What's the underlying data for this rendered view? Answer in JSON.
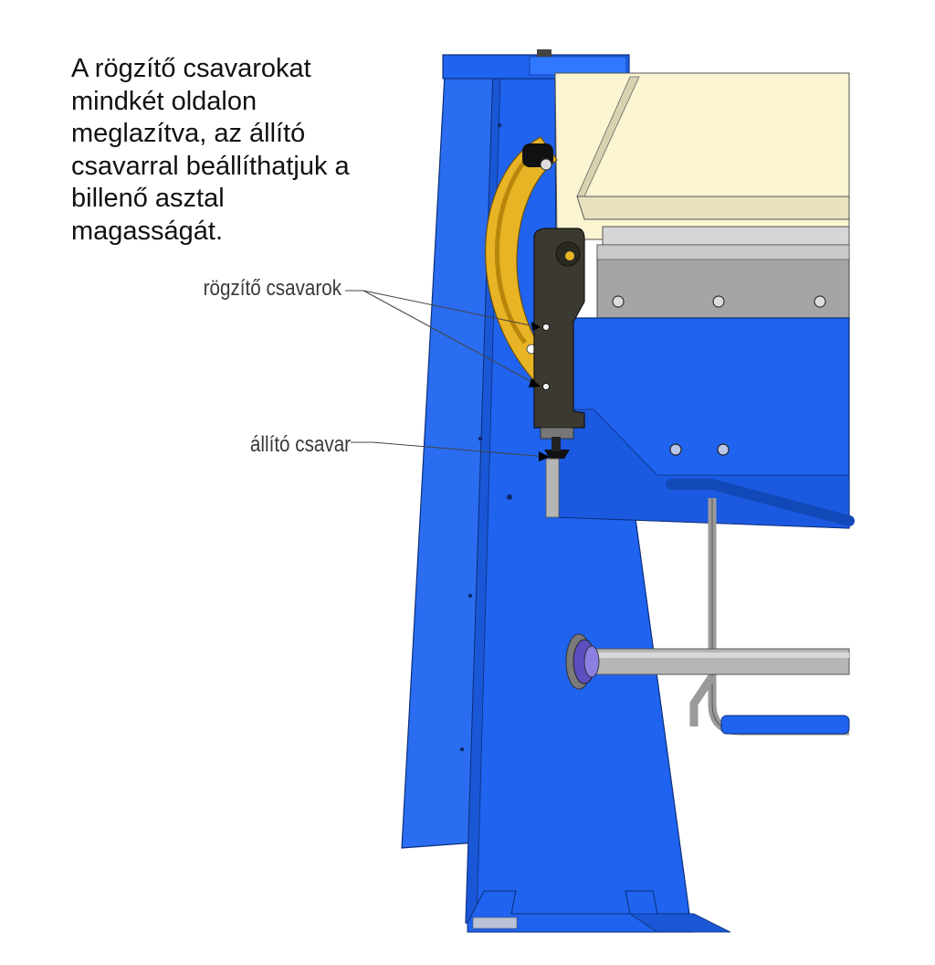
{
  "note": {
    "lines": [
      "A rögzítő csavarokat",
      "mindkét oldalon",
      "meglazítva, az állító",
      "csavarral beállíthatjuk a",
      "billenő asztal",
      "magasságát."
    ]
  },
  "callouts": {
    "clamp_screws": "rögzítő csavarok",
    "adjust_screw": "állító csavar"
  },
  "colors": {
    "frame_blue": "#1f63ef",
    "frame_dark_blue": "#1249b8",
    "segment_yellow": "#e8b425",
    "bracket_dark": "#3c3a30",
    "table_cream": "#fbf5d2",
    "rod_grey": "#9a9a9a"
  }
}
